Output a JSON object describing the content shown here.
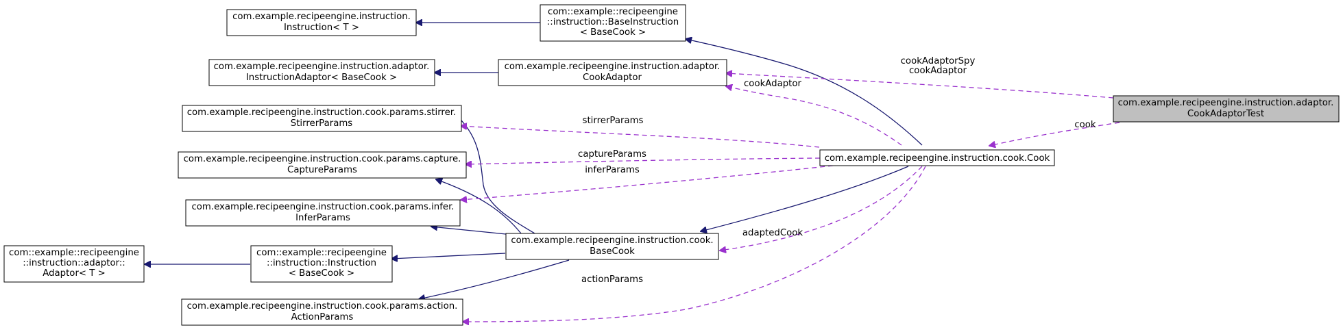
{
  "nodes": {
    "instruction": [
      "com.example.recipeengine.instruction.",
      "Instruction< T >"
    ],
    "base_instruction": [
      "com::example::recipeengine",
      "::instruction::BaseInstruction",
      "< BaseCook >"
    ],
    "instruction_adaptor": [
      "com.example.recipeengine.instruction.adaptor.",
      "InstructionAdaptor< BaseCook >"
    ],
    "cook_adaptor": [
      "com.example.recipeengine.instruction.adaptor.",
      "CookAdaptor"
    ],
    "cook_adaptor_test": [
      "com.example.recipeengine.instruction.adaptor.",
      "CookAdaptorTest"
    ],
    "stirrer_params": [
      "com.example.recipeengine.instruction.cook.params.stirrer.",
      "StirrerParams"
    ],
    "capture_params": [
      "com.example.recipeengine.instruction.cook.params.capture.",
      "CaptureParams"
    ],
    "cook": [
      "com.example.recipeengine.instruction.cook.Cook"
    ],
    "infer_params": [
      "com.example.recipeengine.instruction.cook.params.infer.",
      "InferParams"
    ],
    "base_cook": [
      "com.example.recipeengine.instruction.cook.",
      "BaseCook"
    ],
    "adaptor": [
      "com::example::recipeengine",
      "::instruction::adaptor::",
      "Adaptor< T >"
    ],
    "instruction_basecook": [
      "com::example::recipeengine",
      "::instruction::Instruction",
      "< BaseCook >"
    ],
    "action_params": [
      "com.example.recipeengine.instruction.cook.params.action.",
      "ActionParams"
    ]
  },
  "edge_labels": {
    "cook_adaptor_spy": [
      "cookAdaptorSpy",
      "cookAdaptor"
    ],
    "cook_adaptor": "cookAdaptor",
    "cook": "cook",
    "stirrer_params": "stirrerParams",
    "capture_params": "captureParams",
    "infer_params": "inferParams",
    "adapted_cook": "adaptedCook",
    "action_params": "actionParams"
  },
  "colors": {
    "inheritance_edge": "#191970",
    "usage_edge": "#9a32cd",
    "highlight_node": "#bfbfbf"
  }
}
